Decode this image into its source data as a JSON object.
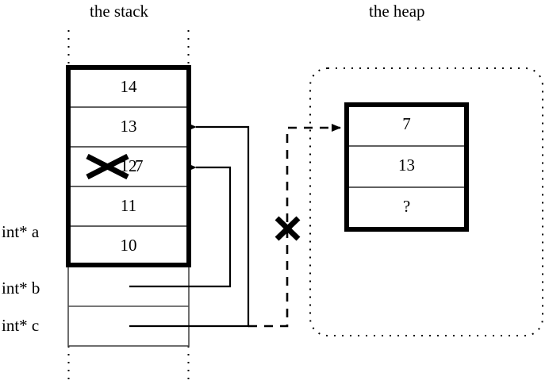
{
  "titles": {
    "stack": "the stack",
    "heap": "the heap"
  },
  "stack": {
    "cells": [
      {
        "value": "14",
        "struck": false
      },
      {
        "value": "13",
        "struck": false
      },
      {
        "value": "12",
        "struck": true,
        "replacement": "7"
      },
      {
        "value": "11",
        "struck": false
      },
      {
        "value": "10",
        "struck": false
      }
    ],
    "variables": [
      {
        "label": "int* a",
        "target": "stack-block"
      },
      {
        "label": "int* b",
        "target": "stack-cell-13"
      },
      {
        "label": "int* c",
        "target": "heap-block-crossed"
      }
    ]
  },
  "heap": {
    "cells": [
      {
        "value": "7"
      },
      {
        "value": "13"
      },
      {
        "value": "?"
      }
    ]
  },
  "annotations": {
    "struck_value_mark": "x-cross",
    "dangling_pointer_mark": "x-cross",
    "new_value": "7"
  },
  "colors": {
    "ink": "#000000",
    "background": "#ffffff",
    "thin_rule": "#4a4a4a"
  }
}
